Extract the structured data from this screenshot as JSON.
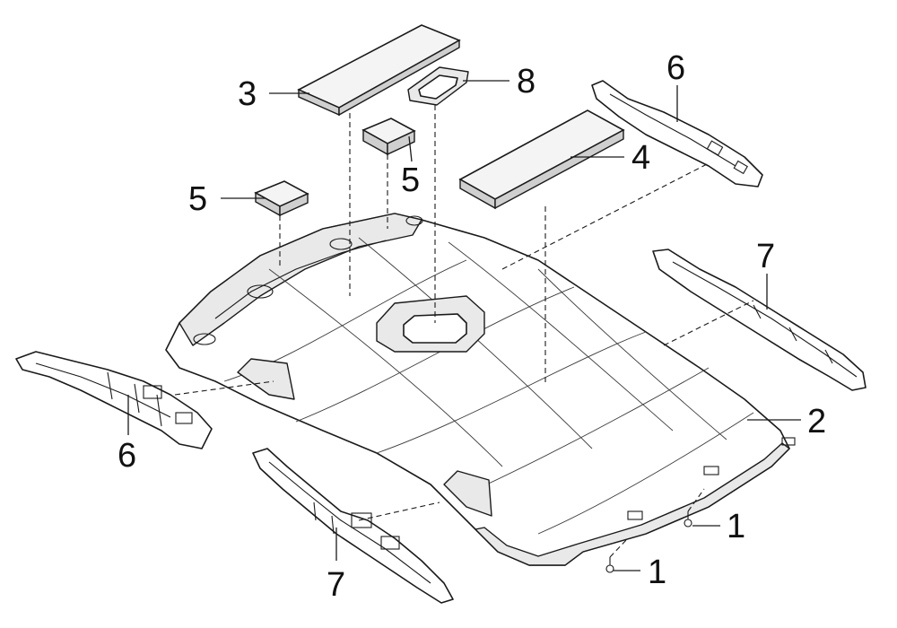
{
  "colors": {
    "line": "#1a1a1a",
    "part_fill": "#ffffff",
    "panel_fill": "#f4f4f4",
    "panel_edge": "#cfcfcf"
  },
  "callouts": {
    "headliner": "2",
    "clip_front": "1",
    "clip_rear": "1",
    "pad_front_long": "3",
    "pad_rear_long": "4",
    "pad_small_left": "5",
    "pad_small_center": "5",
    "bracket_front_right": "6",
    "bracket_front_left": "6",
    "bracket_rear_right": "7",
    "bracket_rear_left": "7",
    "sunroof_seal": "8"
  }
}
